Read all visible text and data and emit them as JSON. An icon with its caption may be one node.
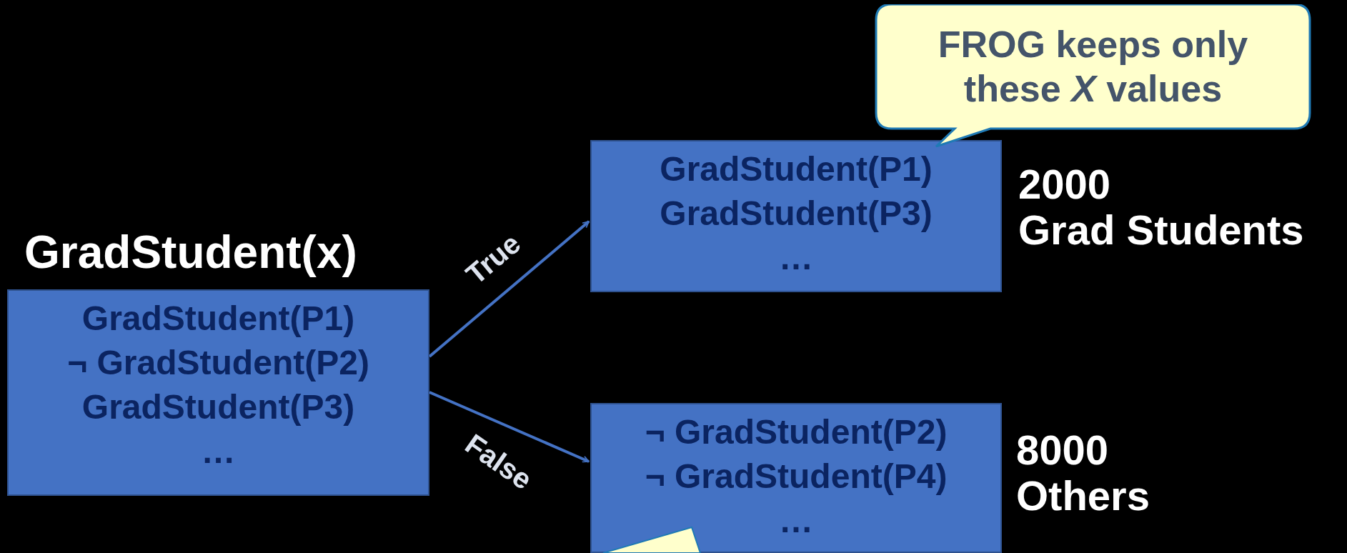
{
  "diagram": {
    "nodes": [
      {
        "text": [
          "GradStudent(x)",
          "GradStudent(P1)",
          "¬ GradStudent(P2)",
          "GradStudent(P3)",
          "…"
        ]
      },
      {
        "text": [
          "GradStudent(P1)",
          "GradStudent(P3)",
          "…"
        ],
        "beside": [
          "2000",
          "Grad Students"
        ]
      },
      {
        "text": [
          "¬ GradStudent(P2)",
          "¬ GradStudent(P4)",
          "…"
        ],
        "beside": [
          "8000",
          "Others"
        ]
      },
      {
        "text": [
          "FROG keeps only these *X* values"
        ]
      },
      {
        "text": [],
        "shape": "callout",
        "in": 2
      }
    ],
    "edges": [
      {
        "from": 0,
        "to": 1,
        "arrow": "to",
        "label": "True"
      },
      {
        "from": 0,
        "to": 2,
        "arrow": "to",
        "label": "False"
      }
    ]
  }
}
